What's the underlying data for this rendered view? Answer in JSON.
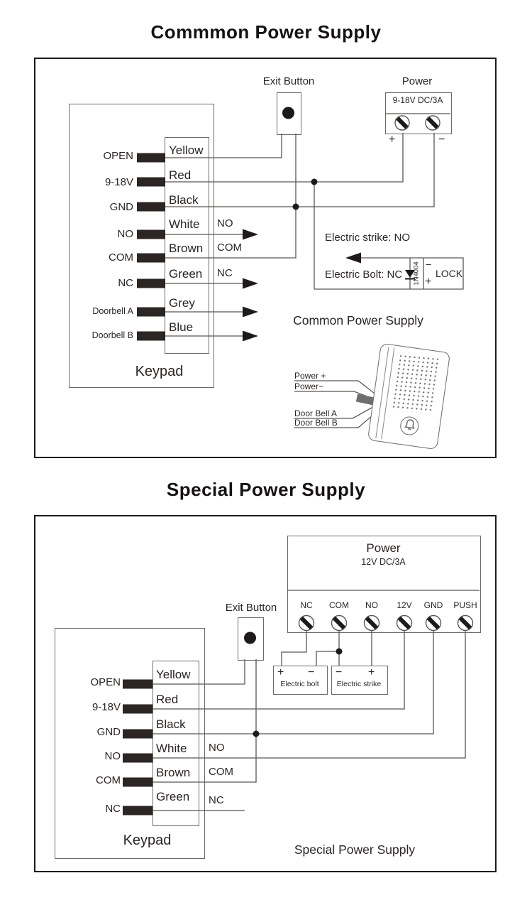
{
  "colors": {
    "ink": "#2b2523",
    "line": "#5b5651",
    "thin_border": "#6f6a66"
  },
  "diagram1": {
    "title": "Commmon Power Supply",
    "caption": "Common Power Supply",
    "exit_button": "Exit Button",
    "power": {
      "label": "Power",
      "rating": "9-18V DC/3A",
      "plus": "+",
      "minus": "−"
    },
    "keypad_label": "Keypad",
    "rows": [
      {
        "pin": "OPEN",
        "color": "Yellow"
      },
      {
        "pin": "9-18V",
        "color": "Red"
      },
      {
        "pin": "GND",
        "color": "Black"
      },
      {
        "pin": "NO",
        "color": "White",
        "signal": "NO"
      },
      {
        "pin": "COM",
        "color": "Brown",
        "signal": "COM"
      },
      {
        "pin": "NC",
        "color": "Green",
        "signal": "NC"
      },
      {
        "pin": "Doorbell A",
        "color": "Grey"
      },
      {
        "pin": "Doorbell B",
        "color": "Blue"
      }
    ],
    "lock": {
      "strike": "Electric strike: NO",
      "bolt": "Electric Bolt: NC",
      "diode": "1N4004",
      "minus": "−",
      "plus": "+",
      "name": "LOCK"
    },
    "doorbell": {
      "wires": [
        "Power +",
        "Power−",
        "Door Bell  A",
        "Door Bell  B"
      ]
    }
  },
  "diagram2": {
    "title": "Special Power Supply",
    "caption": "Special Power Supply",
    "exit_button": "Exit Button",
    "power": {
      "label": "Power",
      "rating": "12V DC/3A",
      "terminals": [
        "NC",
        "COM",
        "NO",
        "12V",
        "GND",
        "PUSH"
      ]
    },
    "bolt": {
      "plus": "+",
      "minus": "−",
      "label": "Electric bolt"
    },
    "strike": {
      "minus": "−",
      "plus": "+",
      "label": "Electric strike"
    },
    "keypad_label": "Keypad",
    "rows": [
      {
        "pin": "OPEN",
        "color": "Yellow"
      },
      {
        "pin": "9-18V",
        "color": "Red"
      },
      {
        "pin": "GND",
        "color": "Black"
      },
      {
        "pin": "NO",
        "color": "White",
        "signal": "NO"
      },
      {
        "pin": "COM",
        "color": "Brown",
        "signal": "COM"
      },
      {
        "pin": "NC",
        "color": "Green",
        "signal": "NC"
      }
    ]
  }
}
